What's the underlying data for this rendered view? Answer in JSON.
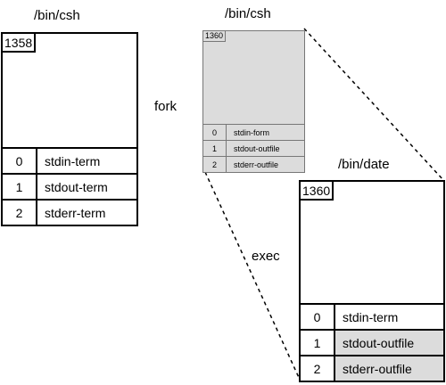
{
  "parent": {
    "title": "/bin/csh",
    "pid": "1358",
    "fds": [
      {
        "fd": "0",
        "name": "stdin-term"
      },
      {
        "fd": "1",
        "name": "stdout-term"
      },
      {
        "fd": "2",
        "name": "stderr-term"
      }
    ]
  },
  "child": {
    "title": "/bin/csh",
    "pid": "1360",
    "fds": [
      {
        "fd": "0",
        "name": "stdin-form"
      },
      {
        "fd": "1",
        "name": "stdout-outfile"
      },
      {
        "fd": "2",
        "name": "stderr-outfile"
      }
    ]
  },
  "exec_proc": {
    "title": "/bin/date",
    "pid": "1360",
    "fds": [
      {
        "fd": "0",
        "name": "stdin-term"
      },
      {
        "fd": "1",
        "name": "stdout-outfile"
      },
      {
        "fd": "2",
        "name": "stderr-outfile"
      }
    ]
  },
  "labels": {
    "fork": "fork",
    "exec": "exec"
  }
}
